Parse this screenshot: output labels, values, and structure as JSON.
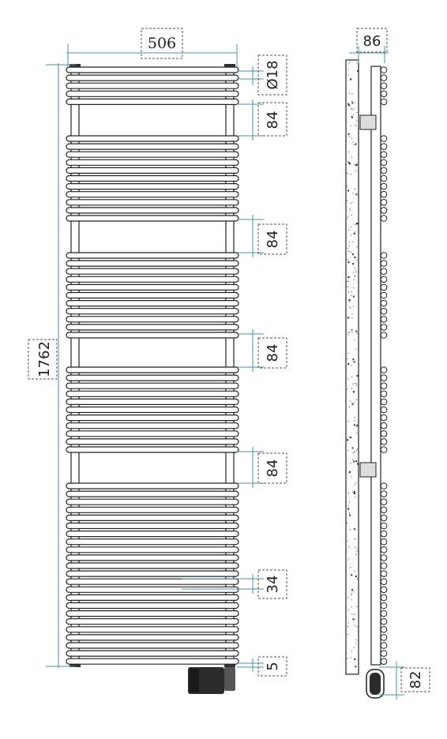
{
  "dimensions": {
    "width": "506",
    "height": "1762",
    "depth": "86",
    "tube_diameter": "Ø18",
    "gap_1": "84",
    "gap_2": "84",
    "gap_3": "84",
    "gap_4": "84",
    "pitch": "34",
    "bottom_offset": "5",
    "heater_depth": "82"
  },
  "colors": {
    "line": "#222222",
    "dimension_tick": "#4a90a8",
    "box": "#555555"
  }
}
